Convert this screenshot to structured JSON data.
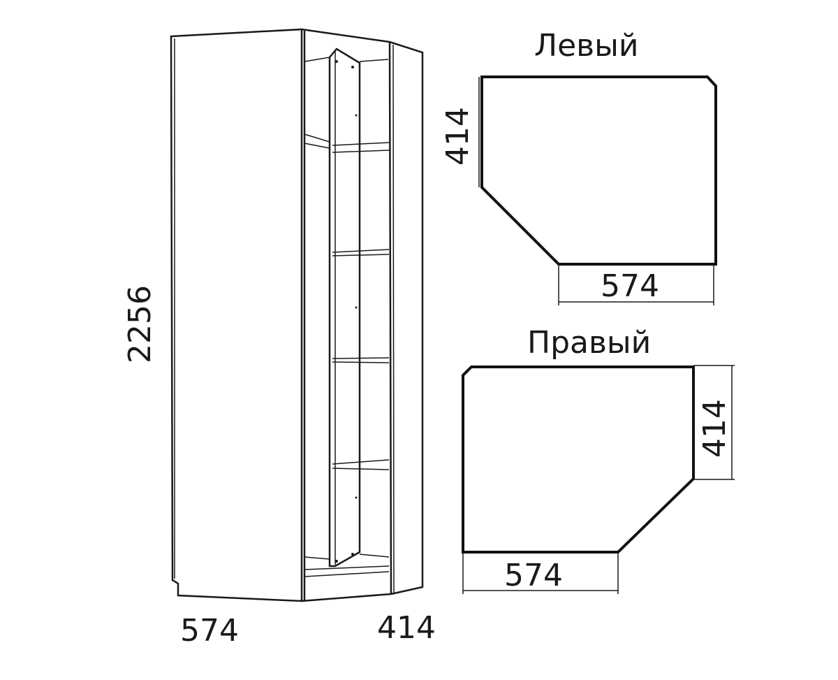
{
  "cabinet": {
    "height_label": "2256",
    "width_label": "574",
    "depth_label": "414"
  },
  "left_variant": {
    "title": "Левый",
    "side_label": "414",
    "bottom_label": "574"
  },
  "right_variant": {
    "title": "Правый",
    "side_label": "414",
    "bottom_label": "574"
  }
}
